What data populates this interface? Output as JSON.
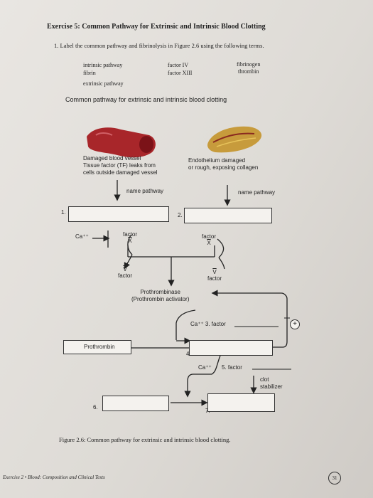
{
  "header": {
    "exercise_title": "Exercise 5: Common Pathway for Extrinsic and Intrinsic Blood Clotting",
    "instruction": "1.  Label the common pathway and fibrinolysis in Figure 2.6 using the following terms."
  },
  "terms": {
    "col1": [
      "intrinsic pathway",
      "fibrin",
      "extrinsic pathway"
    ],
    "col2": [
      "factor IV",
      "factor XIII"
    ],
    "col3": [
      "fibrinogen",
      "thrombin"
    ]
  },
  "diagram": {
    "title": "Common pathway for extrinsic and intrinsic blood clotting",
    "left_desc": [
      "Damaged blood vessel",
      "Tissue factor (TF) leaks from",
      "cells outside damaged vessel"
    ],
    "right_desc": [
      "Endothelium damaged",
      "or rough, exposing collagen"
    ],
    "name_pathway_left": "name pathway",
    "name_pathway_right": "name pathway",
    "num1": "1.",
    "num2": "2.",
    "num4": "4.",
    "num6": "6.",
    "num7": "7.",
    "ca_left": "Ca⁺⁺",
    "factor_x_left_label": "factor",
    "factor_x_left_roman": "X",
    "factor_v_left_roman": "V",
    "factor_v_left_label": "factor",
    "factor_x_right_label": "factor",
    "factor_x_right_roman": "X",
    "factor_v_right_roman": "V",
    "factor_v_right_label": "factor",
    "prothrombinase": "Prothrombinase",
    "prothrombin_activator": "(Prothrombin activator)",
    "ca_factor3": "Ca⁺⁺ 3. factor",
    "plus": "+",
    "prothrombin": "Prothrombin",
    "ca_mid": "Ca⁺⁺",
    "factor5": "5. factor",
    "clot_stabilizer_1": "clot",
    "clot_stabilizer_2": "stabilizer"
  },
  "caption": "Figure 2.6: Common pathway for extrinsic and intrinsic blood clotting.",
  "footer": {
    "running_title": "Exercise 2 • Blood: Composition and Clinical Tests",
    "page_number": "31"
  }
}
